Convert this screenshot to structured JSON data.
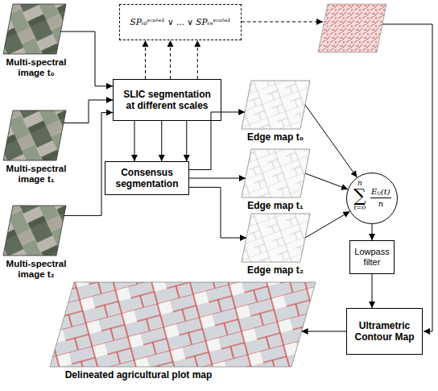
{
  "diagram": {
    "nodes": [
      {
        "text": [
          "Multi-spectral image t₀"
        ]
      },
      {
        "text": [
          "SPₜ₀ˢᶜᵃˡᵉ¹ ∨ ... ∨ SPₜₙˢᶜᵃˡᵉ¹"
        ]
      },
      {
        "text": [
          "SLIC segmentation at different scales"
        ]
      },
      {
        "text": [
          "Edge map t₀"
        ]
      },
      {
        "text": [
          "Multi-spectral image t₁"
        ]
      },
      {
        "text": [
          "Consensus segmentation"
        ]
      },
      {
        "text": [
          "Edge map t₁"
        ]
      },
      {
        "text": [
          "n",
          "∑",
          "t=0",
          "Eᵢⱼ(t)",
          "n"
        ]
      },
      {
        "text": [
          "Multi-spectral image t₂"
        ]
      },
      {
        "text": [
          "Lowpass filter"
        ]
      },
      {
        "text": [
          "Edge map t₂"
        ]
      },
      {
        "text": [
          "Ultrametric Contour Map"
        ]
      },
      {
        "text": [
          "Delineated agricultural plot map"
        ]
      }
    ],
    "edges": [
      {
        "from": 0,
        "to": 2,
        "arrow": "to"
      },
      {
        "from": 4,
        "to": 2,
        "arrow": "to"
      },
      {
        "from": 8,
        "to": 2,
        "arrow": "to"
      },
      {
        "from": 2,
        "to": 1,
        "arrow": "to"
      },
      {
        "from": 2,
        "to": 1,
        "arrow": "to"
      },
      {
        "from": 2,
        "to": 1,
        "arrow": "to"
      },
      {
        "from": 2,
        "to": 5,
        "arrow": "to"
      },
      {
        "from": 2,
        "to": 5,
        "arrow": "to"
      },
      {
        "from": 2,
        "to": 5,
        "arrow": "to"
      },
      {
        "from": 5,
        "to": 3,
        "arrow": "to"
      },
      {
        "from": 5,
        "to": 6,
        "arrow": "to"
      },
      {
        "from": 5,
        "to": 10,
        "arrow": "to"
      },
      {
        "from": 3,
        "to": 7,
        "arrow": "to"
      },
      {
        "from": 6,
        "to": 7,
        "arrow": "to"
      },
      {
        "from": 10,
        "to": 7,
        "arrow": "to"
      },
      {
        "from": 7,
        "to": 9,
        "arrow": "to"
      },
      {
        "from": 9,
        "to": 11,
        "arrow": "to"
      },
      {
        "from": 11,
        "to": 12,
        "arrow": "to"
      }
    ]
  }
}
